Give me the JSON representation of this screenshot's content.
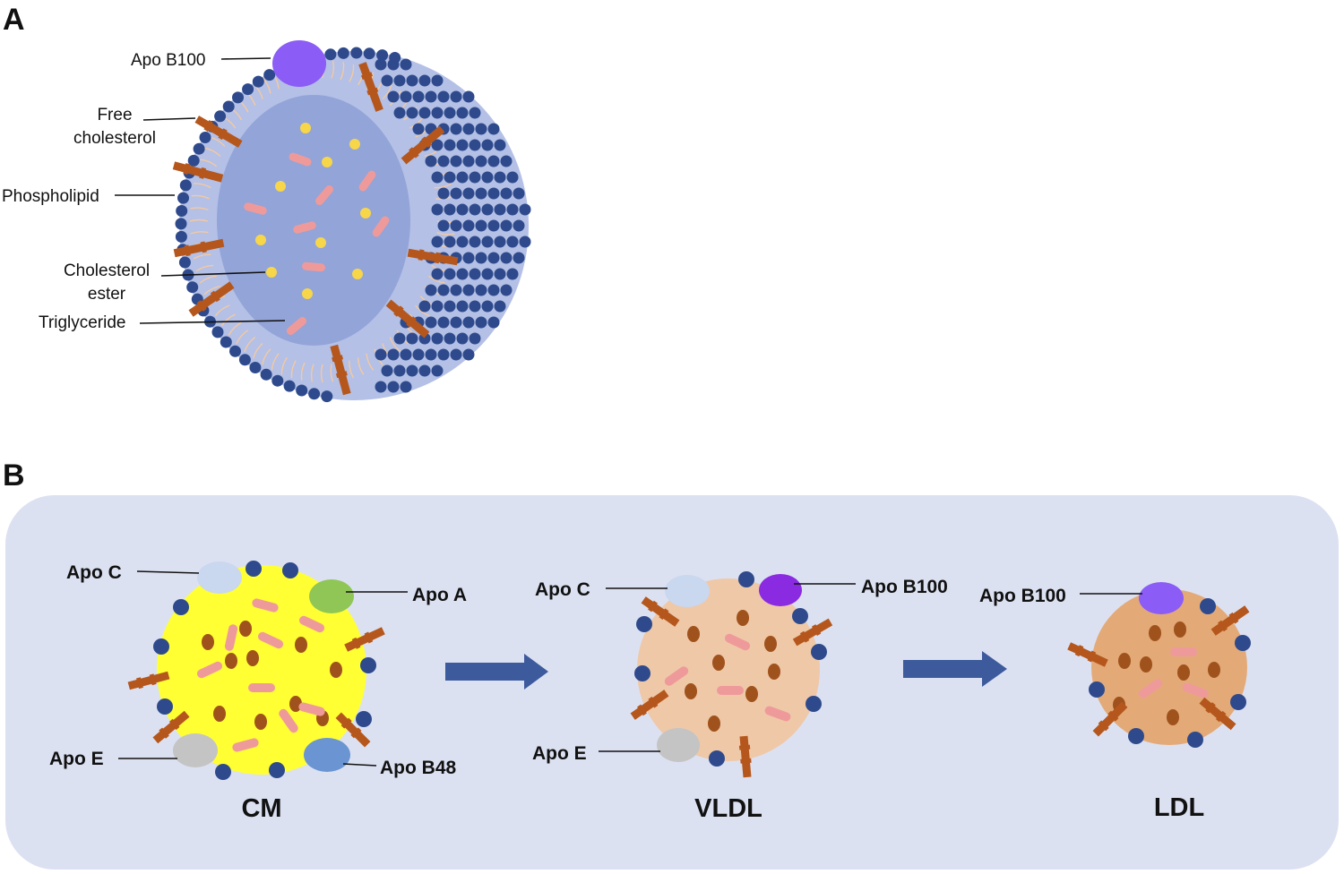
{
  "panelA": {
    "letter": "A",
    "labels": {
      "apob100": "Apo B100",
      "free1": "Free",
      "free2": "cholesterol",
      "phospholipid": "Phospholipid",
      "ce1": "Cholesterol",
      "ce2": "ester",
      "tg": "Triglyceride"
    }
  },
  "panelB": {
    "letter": "B",
    "cm": {
      "name": "CM",
      "apo_c": "Apo C",
      "apo_a": "Apo A",
      "apo_e": "Apo E",
      "apo_b48": "Apo B48"
    },
    "vldl": {
      "name": "VLDL",
      "apo_c": "Apo C",
      "apo_b100": "Apo B100",
      "apo_e": "Apo E"
    },
    "ldl": {
      "name": "LDL",
      "apo_b100": "Apo B100"
    }
  },
  "colors": {
    "phospholipid_head": "#2e4a8c",
    "cholesterol": "#b5571c",
    "triglyceride": "#ef9a9a",
    "cholesterol_ester": "#f7d64a",
    "apo_b100": "#8b5cf6",
    "core": "#93a4d8",
    "shell": "#b4c0e6",
    "panel_bg": "#dce1f2",
    "cm_core": "#ffff33",
    "vldl_core": "#efc8a8",
    "ldl_core": "#e3aa78",
    "arrow": "#3d5a9c"
  }
}
